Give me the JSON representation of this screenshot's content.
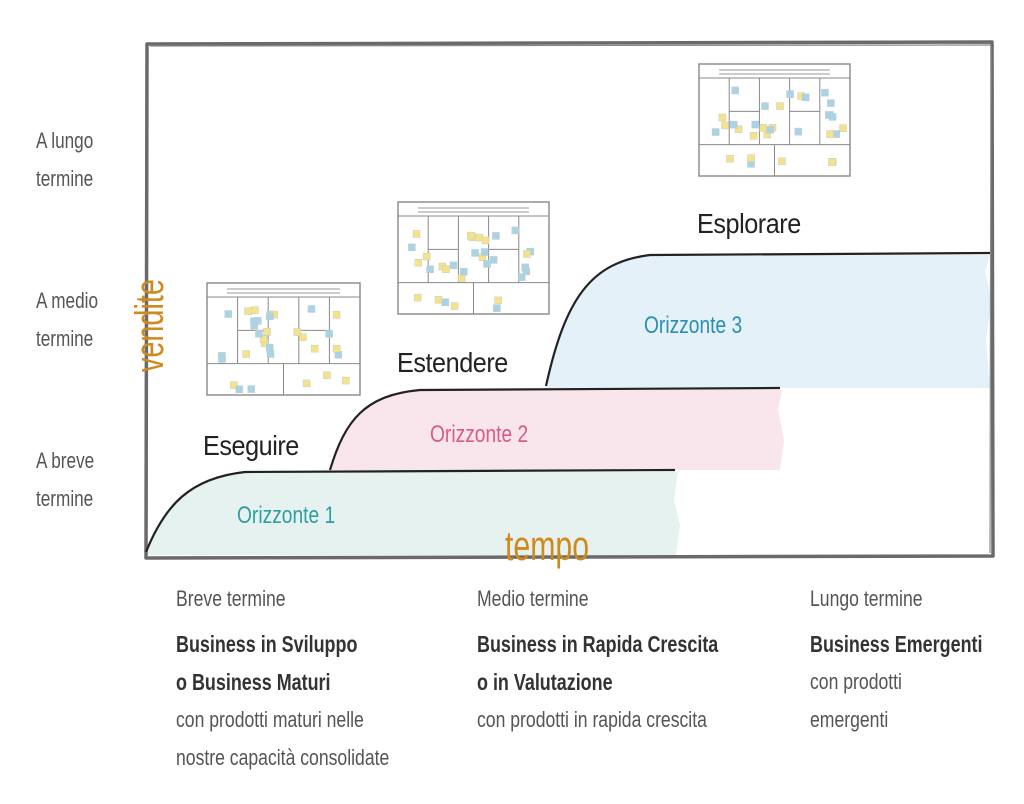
{
  "axes": {
    "x_label": "tempo",
    "y_label": "vendite",
    "y_levels": [
      {
        "line1": "A lungo",
        "line2": "termine"
      },
      {
        "line1": "A medio",
        "line2": "termine"
      },
      {
        "line1": "A breve",
        "line2": "termine"
      }
    ]
  },
  "horizons": [
    {
      "name": "Orizzonte 1",
      "activity": "Eseguire",
      "color": "#2f9ea3",
      "band": "#e6f2ef"
    },
    {
      "name": "Orizzonte 2",
      "activity": "Estendere",
      "color": "#d95c86",
      "band": "#f9e5ec"
    },
    {
      "name": "Orizzonte 3",
      "activity": "Esplorare",
      "color": "#2a8fb0",
      "band": "#e4f1f8"
    }
  ],
  "columns": [
    {
      "period": "Breve termine",
      "title_line1": "Business in Sviluppo",
      "title_line2": "o Business Maturi",
      "desc_line1": "con prodotti maturi nelle",
      "desc_line2": "nostre capacità consolidate"
    },
    {
      "period": "Medio termine",
      "title_line1": "Business in Rapida Crescita",
      "title_line2": "o in Valutazione",
      "desc_line1": "con prodotti in rapida crescita",
      "desc_line2": ""
    },
    {
      "period": "Lungo termine",
      "title_line1": "Business Emergenti",
      "title_line2": "",
      "desc_line1": "con prodotti",
      "desc_line2": "emergenti"
    }
  ],
  "colors": {
    "frame": "#666666",
    "curve": "#222222",
    "axis_label": "#cf8a1d",
    "sticky_yellow": "#f3e48a",
    "sticky_blue": "#a9d4e6"
  }
}
